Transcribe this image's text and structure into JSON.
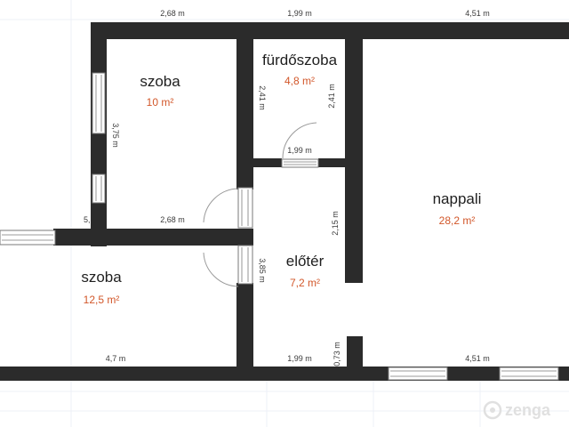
{
  "rooms": [
    {
      "name": "szoba",
      "area": "10 m²"
    },
    {
      "name": "fürdőszoba",
      "area": "4,8 m²"
    },
    {
      "name": "nappali",
      "area": "28,2 m²"
    },
    {
      "name": "előtér",
      "area": "7,2 m²"
    },
    {
      "name": "szoba",
      "area": "12,5 m²"
    }
  ],
  "dimensions": [
    "2,68 m",
    "1,99 m",
    "4,51 m",
    "2,41 m",
    "2,41 m",
    "3,75 m",
    "1,99 m",
    "2,15 m",
    "5,",
    "2,68 m",
    "3,85 m",
    "4,7 m",
    "1,99 m",
    "0,73 m",
    "4,51 m"
  ],
  "brand": {
    "name": "zenga"
  },
  "colors": {
    "wall": "#2b2b2b",
    "area_text": "#d2572a",
    "grid": "#eef1f7"
  }
}
